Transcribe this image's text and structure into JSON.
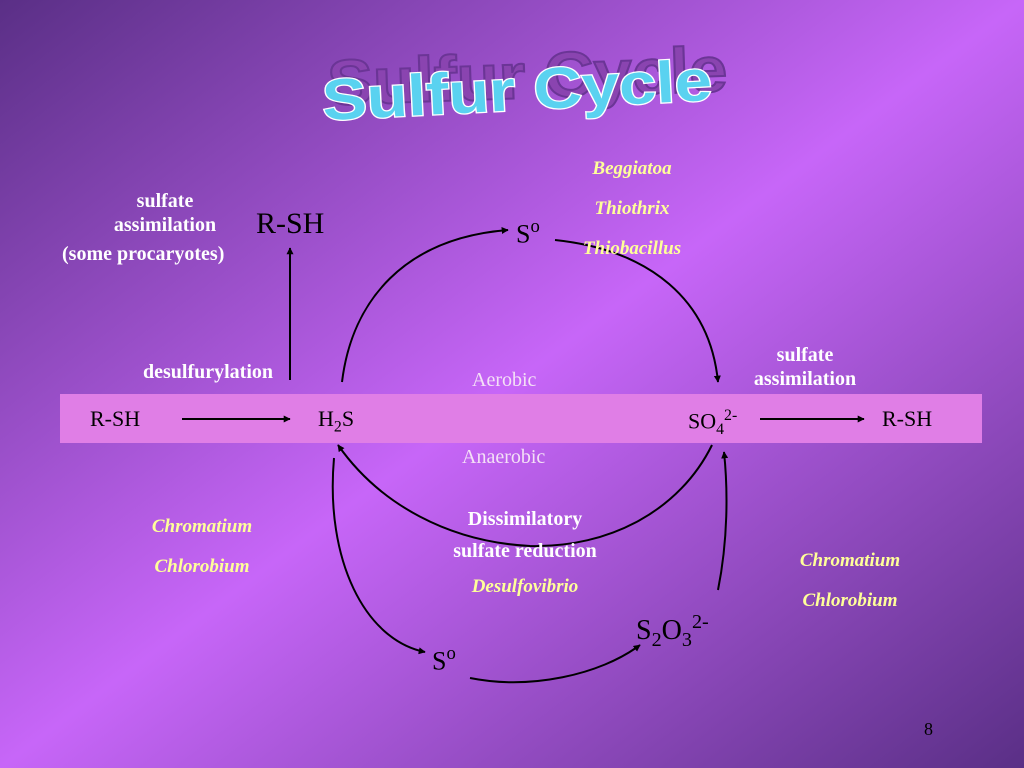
{
  "title": "Sulfur Cycle",
  "zones": {
    "aerobic": "Aerobic",
    "anaerobic": "Anaerobic"
  },
  "labels": {
    "sulfate_assimilation_left": "sulfate assimilation",
    "some_procaryotes": "(some procaryotes)",
    "desulfurylation": "desulfurylation",
    "sulfate_assimilation_right": "sulfate assimilation",
    "dissimilatory": "Dissimilatory",
    "sulfate_reduction": "sulfate reduction"
  },
  "compounds": {
    "rsh_top": "R-SH",
    "rsh_left": "R-SH",
    "rsh_right": "R-SH",
    "h2s": {
      "base": "H",
      "sub": "2",
      "tail": "S"
    },
    "so4": {
      "base": "SO",
      "sub": "4",
      "sup": "2-"
    },
    "s2o3": {
      "a": "S",
      "a_sub": "2",
      "b": "O",
      "b_sub": "3",
      "sup": "2-"
    },
    "s0_top": {
      "base": "S",
      "sup": "o"
    },
    "s0_bottom": {
      "base": "S",
      "sup": "o"
    }
  },
  "organisms": {
    "aerobic_oxidizers": [
      "Beggiatoa",
      "Thiothrix",
      "Thiobacillus"
    ],
    "left_phototrophs": [
      "Chromatium",
      "Chlorobium"
    ],
    "right_phototrophs": [
      "Chromatium",
      "Chlorobium"
    ],
    "sulfate_reducer": "Desulfovibrio"
  },
  "page_number": "8",
  "colors": {
    "background_light": "#c766f8",
    "background_dark": "#5a2f86",
    "band": "#e07ee6",
    "title_fill": "#5ad2f0",
    "title_shadow": "#8a44b0",
    "organism_text": "#ffff99",
    "label_text": "#ffffff",
    "compound_text": "#000000"
  }
}
